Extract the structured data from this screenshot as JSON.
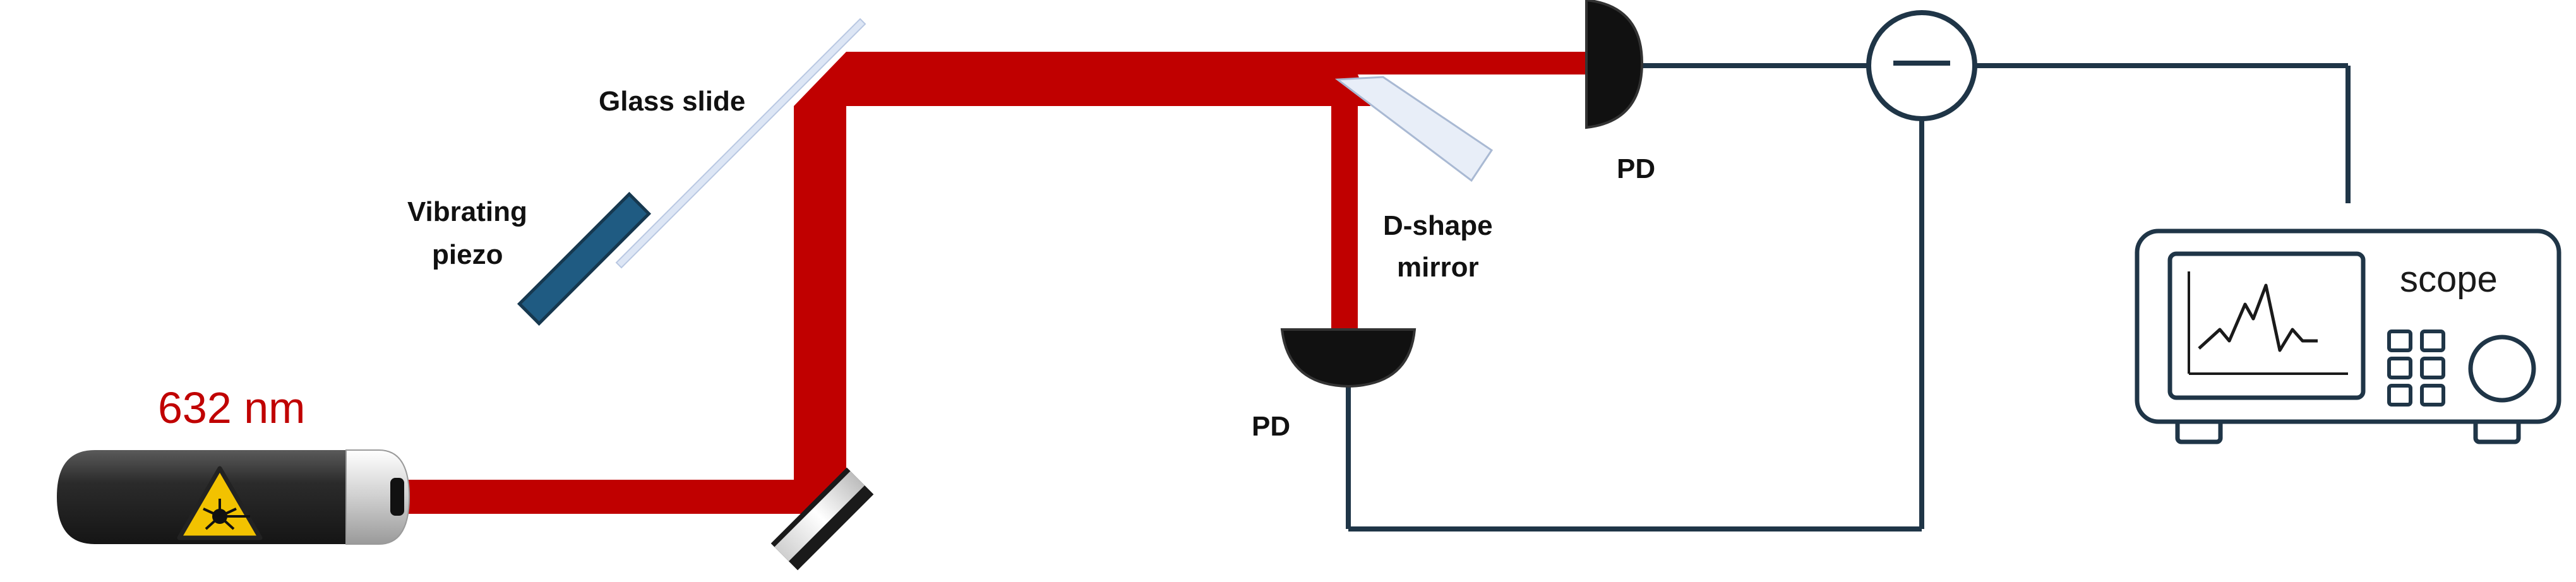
{
  "labels": {
    "wavelength": "632 nm",
    "glass_slide": "Glass slide",
    "piezo_line1": "Vibrating",
    "piezo_line2": "piezo",
    "dmirror_line1": "D-shape",
    "dmirror_line2": "mirror",
    "pd_top": "PD",
    "pd_bottom": "PD",
    "scope": "scope"
  },
  "colors": {
    "beam": "#c00000",
    "wire": "#1f3547",
    "laser_body": "#2b2b2b",
    "piezo": "#1f5b82",
    "detector": "#111111",
    "warning_sign": "#f2c200"
  },
  "icons": {
    "laser_warning": "laser-warning-icon",
    "subtractor": "minus-icon"
  }
}
